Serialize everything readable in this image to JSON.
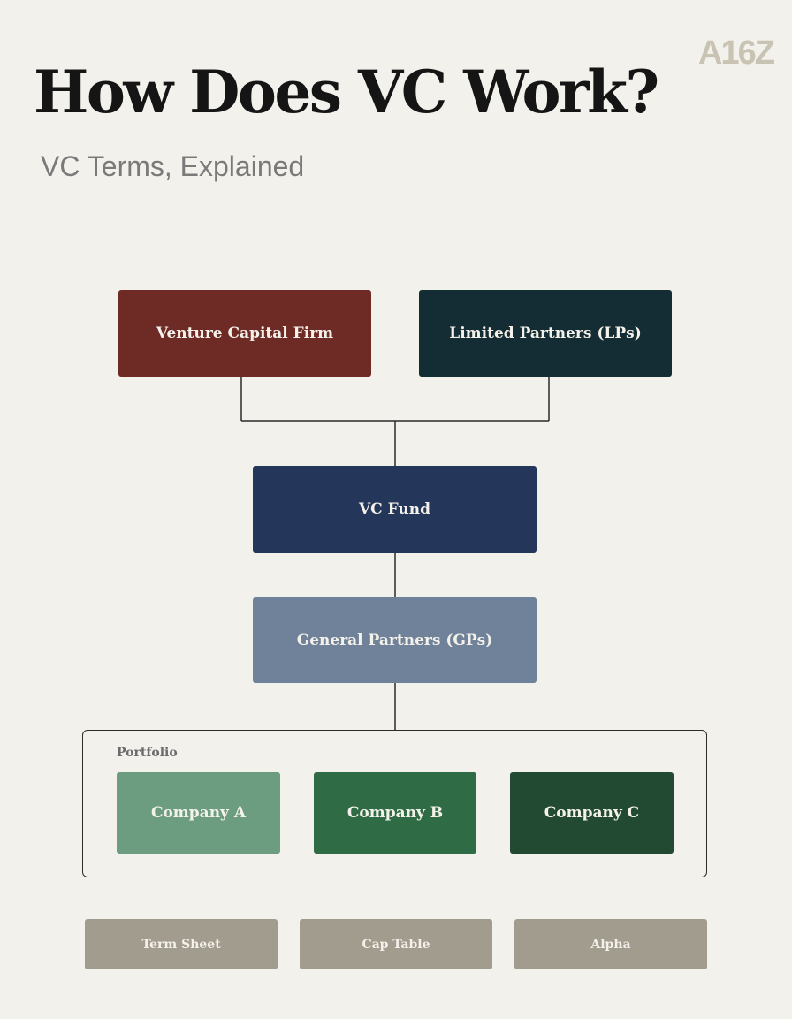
{
  "logo": "A16Z",
  "header": {
    "title": "How Does VC Work?",
    "subtitle": "VC Terms, Explained"
  },
  "diagram": {
    "nodes": {
      "vc_firm": "Venture Capital Firm",
      "lps": "Limited Partners (LPs)",
      "fund": "VC Fund",
      "gps": "General Partners (GPs)"
    },
    "portfolio": {
      "label": "Portfolio",
      "companies": [
        "Company A",
        "Company B",
        "Company C"
      ]
    },
    "terms": [
      "Term Sheet",
      "Cap Table",
      "Alpha"
    ]
  }
}
